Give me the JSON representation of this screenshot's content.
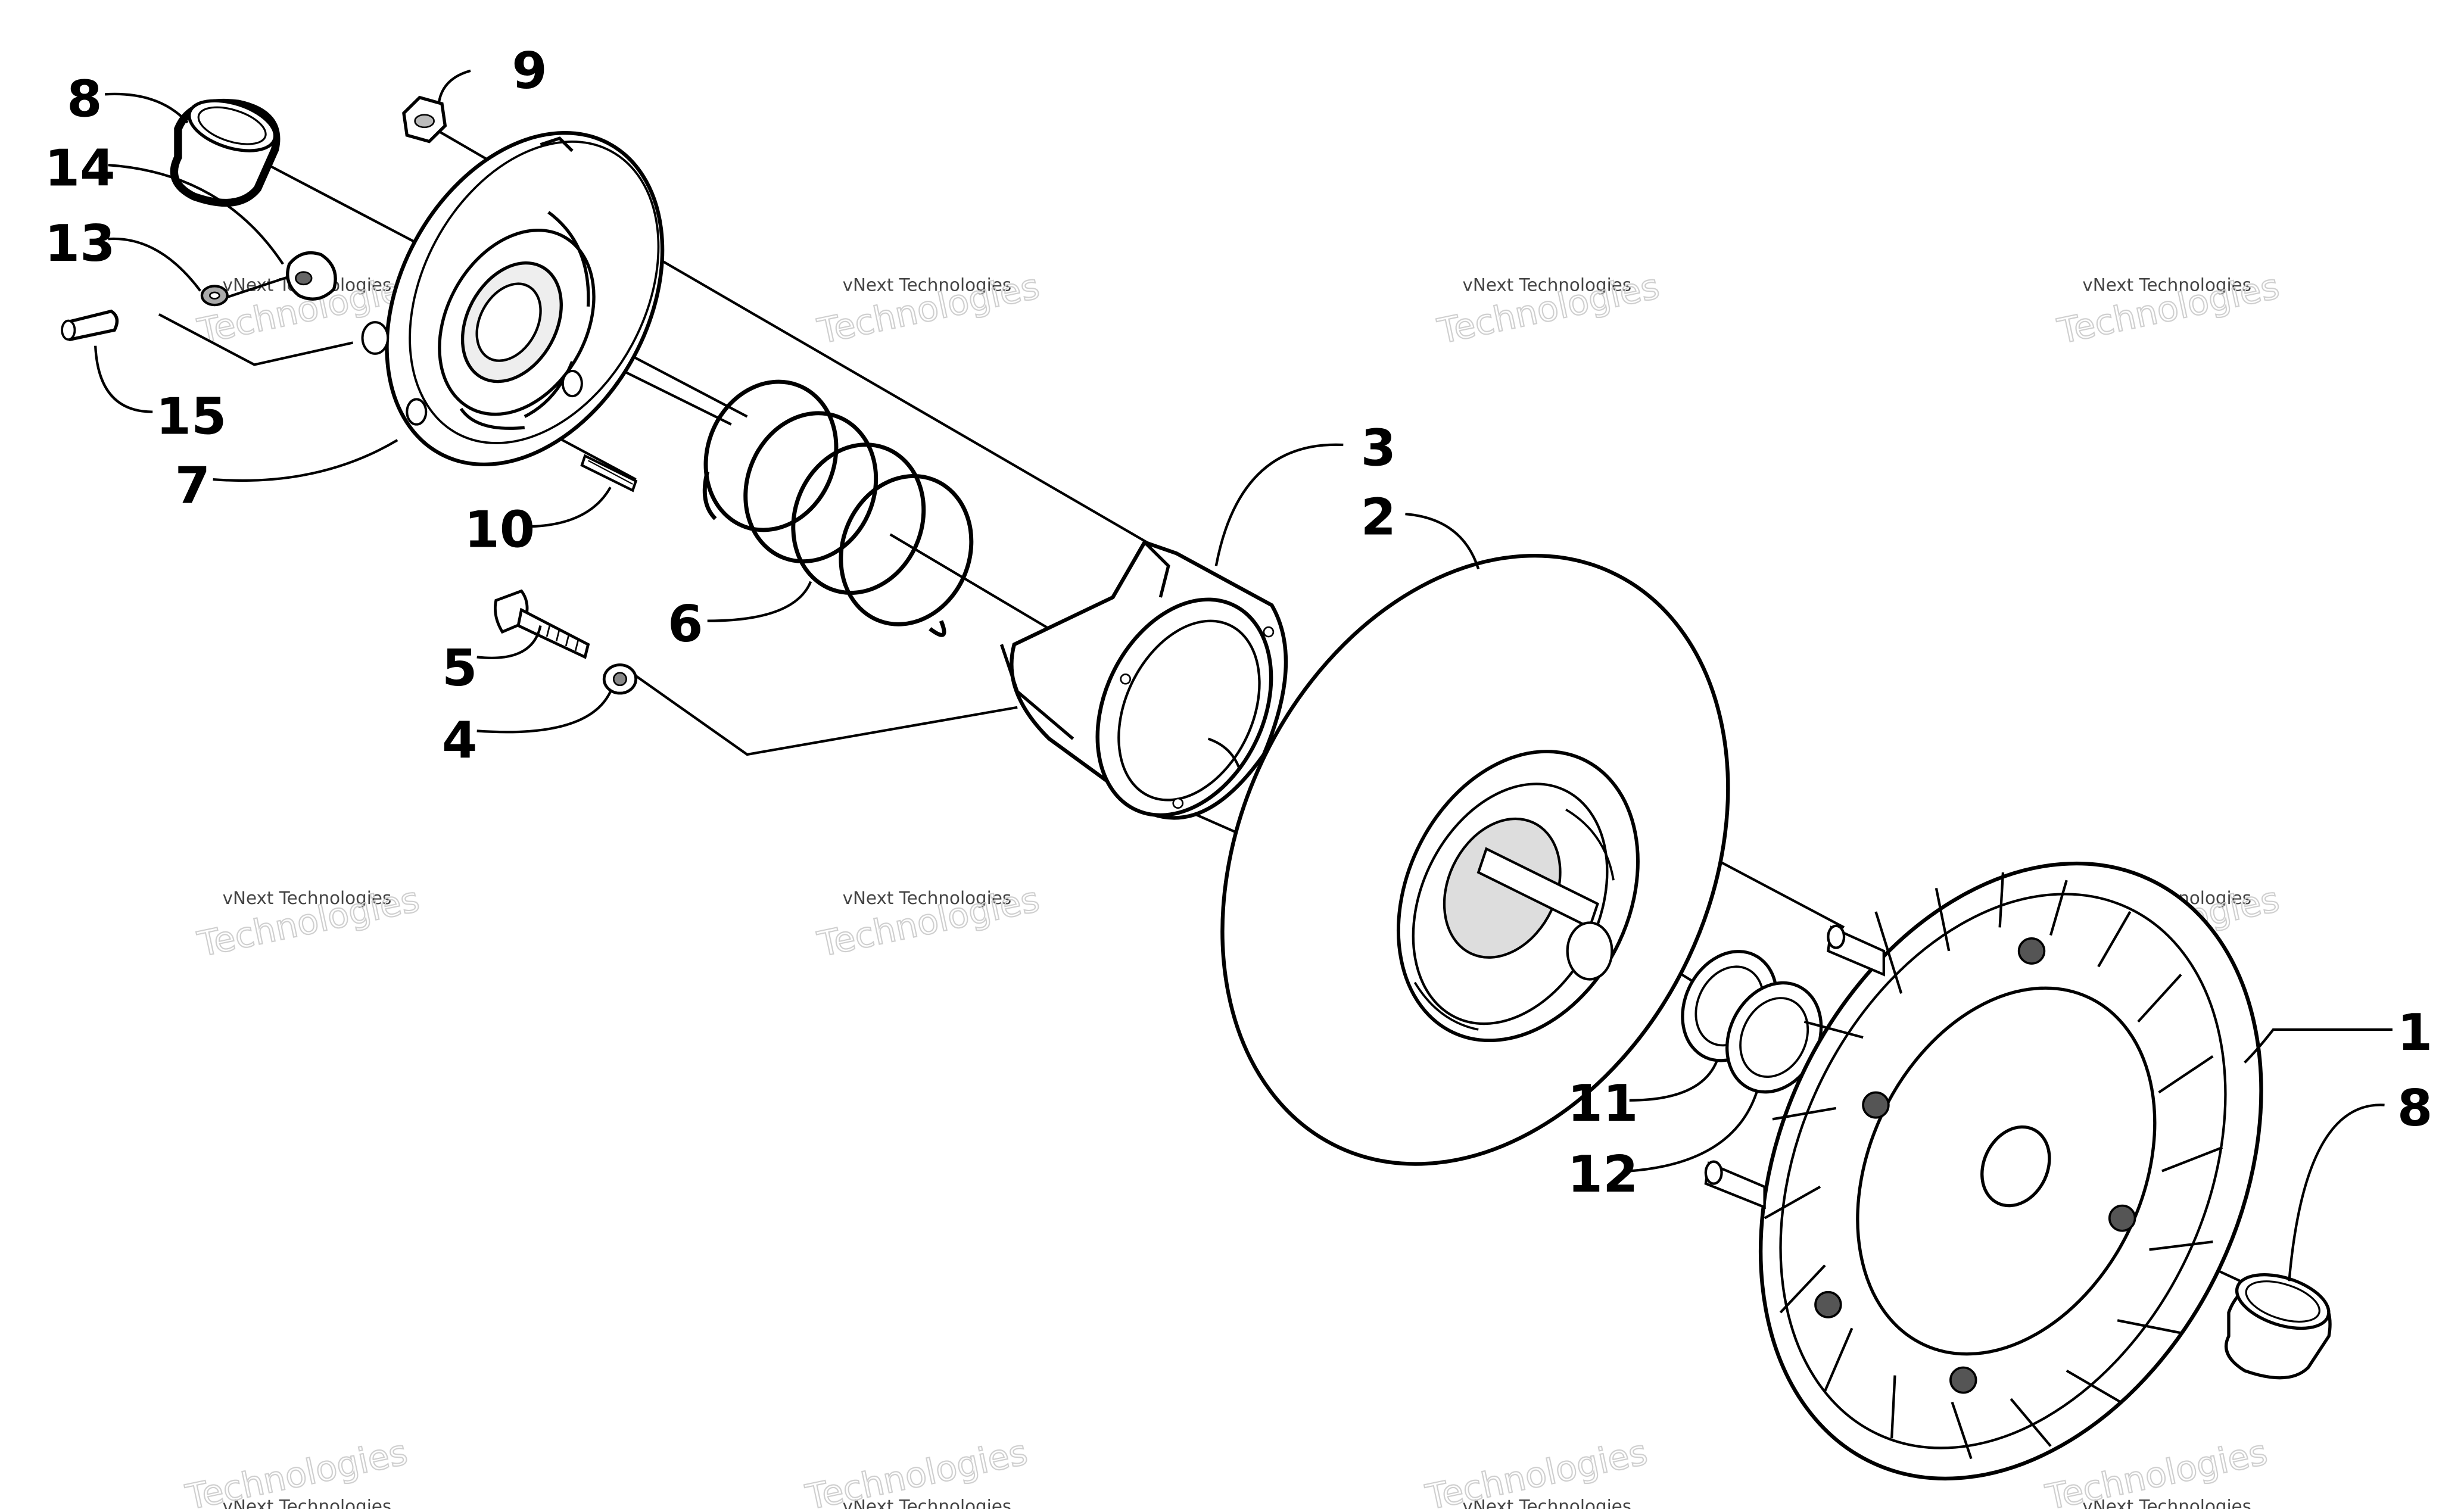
{
  "callouts": [
    {
      "id": "c8a",
      "label": "8"
    },
    {
      "id": "c9",
      "label": "9"
    },
    {
      "id": "c14",
      "label": "14"
    },
    {
      "id": "c13",
      "label": "13"
    },
    {
      "id": "c15",
      "label": "15"
    },
    {
      "id": "c7",
      "label": "7"
    },
    {
      "id": "c10",
      "label": "10"
    },
    {
      "id": "c3",
      "label": "3"
    },
    {
      "id": "c2",
      "label": "2"
    },
    {
      "id": "c6",
      "label": "6"
    },
    {
      "id": "c5",
      "label": "5"
    },
    {
      "id": "c4",
      "label": "4"
    },
    {
      "id": "c1",
      "label": "1"
    },
    {
      "id": "c8b",
      "label": "8"
    },
    {
      "id": "c11",
      "label": "11"
    },
    {
      "id": "c12",
      "label": "12"
    }
  ],
  "watermark": {
    "line1": "vNext Technologies",
    "line2": "Technologies"
  },
  "colors": {
    "ink": "#000000",
    "background": "#ffffff",
    "watermark": "#c8c8c8"
  }
}
